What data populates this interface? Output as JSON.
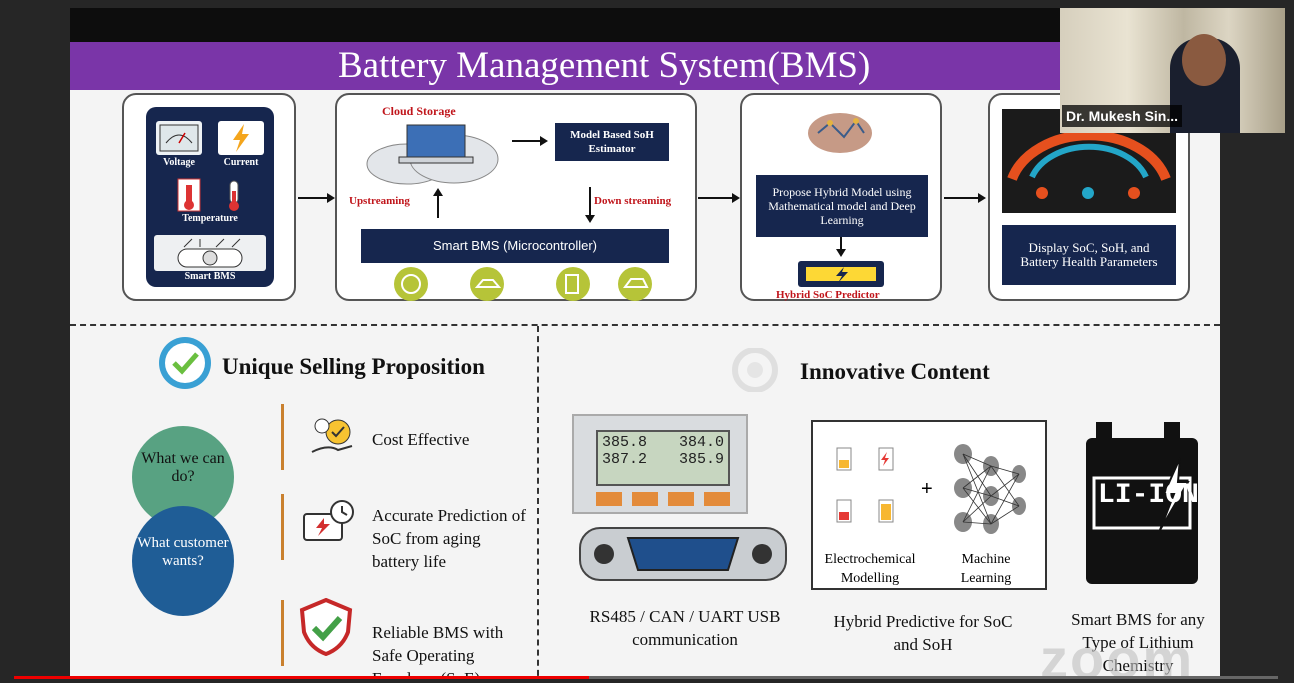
{
  "slide": {
    "title": "Battery Management System(BMS)",
    "flow": {
      "sensors": {
        "voltage": "Voltage",
        "current": "Current",
        "temperature": "Temperature",
        "smart_bms": "Smart BMS"
      },
      "cloud_storage": "Cloud Storage",
      "model_based": "Model Based SoH Estimator",
      "upstreaming": "Upstreaming",
      "down_streaming": "Down streaming",
      "smart_bms_micro": "Smart BMS (Microcontroller)",
      "propose_hybrid": "Propose Hybrid Model using Mathematical model and Deep Learning",
      "hybrid_soc": "Hybrid SoC Predictor",
      "display": "Display SoC, SoH, and Battery Health Parameters"
    },
    "usp": {
      "title": "Unique Selling Proposition",
      "what_we_can_do": "What we can do?",
      "what_customer_wants": "What customer wants?",
      "items": [
        "Cost Effective",
        "Accurate Prediction of SoC from aging battery life",
        "Reliable BMS with Safe Operating Envelope (SoE)"
      ]
    },
    "innovative": {
      "title": "Innovative Content",
      "display_values": [
        "385.8",
        "384.0",
        "387.2",
        "385.9"
      ],
      "rs485": "RS485 / CAN / UART USB communication",
      "electrochemical": "Electrochemical Modelling",
      "plus": "+",
      "machine_learning": "Machine Learning",
      "hybrid_predictive": "Hybrid Predictive for SoC and SoH",
      "li_ion": "LI-ION",
      "smart_bms_any": "Smart BMS for any Type of Lithium Chemistry"
    }
  },
  "video": {
    "participant_name": "Dr. Mukesh Sin..."
  },
  "watermark": "zoom",
  "playback": {
    "progress_fraction": 0.455
  },
  "colors": {
    "purple": "#7a35a8",
    "navy": "#16264e",
    "red_label": "#c0151b",
    "accent_orange": "#c9802e",
    "circle_green": "#4a9a77",
    "circle_blue": "#1f5d96",
    "progress_red": "#ee0000"
  }
}
